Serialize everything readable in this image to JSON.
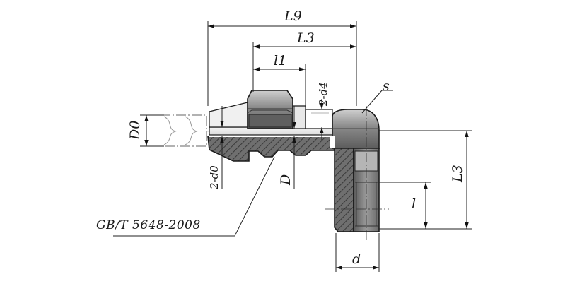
{
  "drawing": {
    "labels": {
      "L9": "L9",
      "L3_top": "L3",
      "l1": "l1",
      "d4": "2-d4",
      "s": "s",
      "D0": "D0",
      "d0": "2-d0",
      "D": "D",
      "L3_side": "L3",
      "l": "l",
      "d": "d"
    },
    "standard_note": "GB/T 5648-2008"
  }
}
